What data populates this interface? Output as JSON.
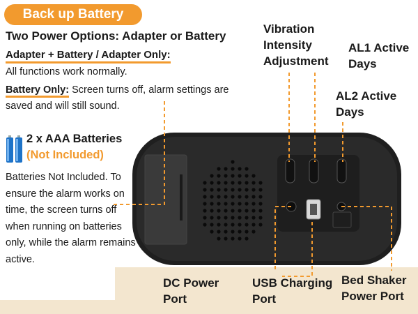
{
  "header": {
    "badge": "Back up Battery"
  },
  "power": {
    "title": "Two Power Options: Adapter or Battery",
    "adapter_heading": "Adapter + Battery / Adapter Only:",
    "adapter_text": "All functions work normally.",
    "battery_label": "Battery Only:",
    "battery_text": " Screen turns off, alarm settings are saved and will still sound."
  },
  "batteries": {
    "title": "2 x AAA Batteries",
    "note": "(Not Included)",
    "description": "Batteries Not Included. To ensure the alarm works on time, the screen turns off when running on batteries only, while the alarm remains active."
  },
  "callouts": {
    "vibration": "Vibration Intensity Adjustment",
    "al1": "AL1 Active Days",
    "al2": "AL2 Active Days",
    "dc": "DC Power Port",
    "usb": "USB Charging Port",
    "bed_shaker": "Bed Shaker Power Port"
  },
  "colors": {
    "accent": "#f29a2e",
    "device": "#262626",
    "floor": "#f3e6cf"
  }
}
